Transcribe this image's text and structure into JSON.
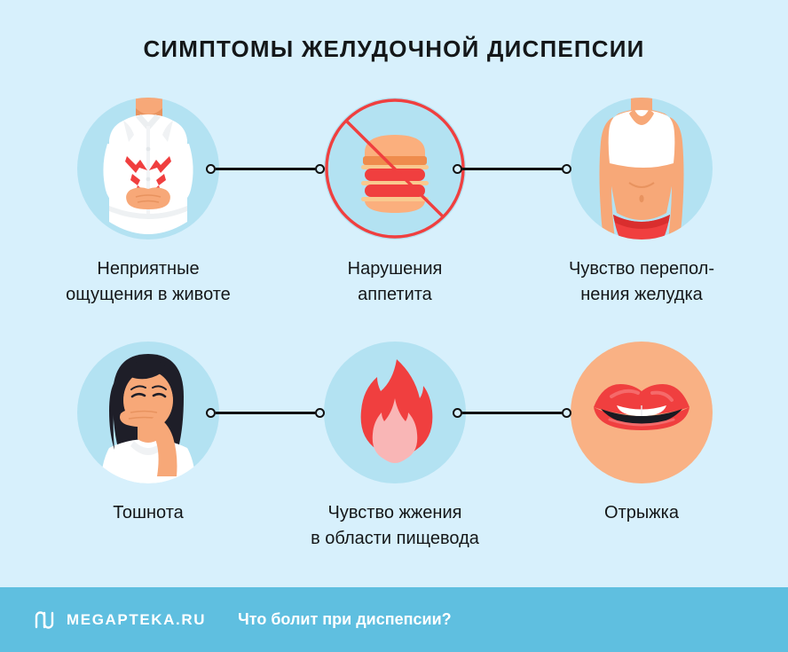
{
  "title": "СИМПТОМЫ ЖЕЛУДОЧНОЙ ДИСПЕПСИИ",
  "colors": {
    "background": "#d7f0fc",
    "circle_fill": "#b3e2f2",
    "circle_fill_peach": "#f9b184",
    "accent_red": "#f03f3f",
    "footer_bar": "#5fbfe0",
    "text": "#141719",
    "connector": "#111111"
  },
  "symptoms": [
    {
      "icon": "stomach-pain-icon",
      "label": "Неприятные\nощущения в животе",
      "circle_color": "#b3e2f2"
    },
    {
      "icon": "no-burger-icon",
      "label": "Нарушения\nаппетита",
      "circle_color": "#b3e2f2"
    },
    {
      "icon": "bloated-stomach-icon",
      "label": "Чувство перепол-\nнения желудка",
      "circle_color": "#b3e2f2"
    },
    {
      "icon": "nausea-woman-icon",
      "label": "Тошнота",
      "circle_color": "#b3e2f2"
    },
    {
      "icon": "flame-icon",
      "label": "Чувство жжения\nв области пищевода",
      "circle_color": "#b3e2f2"
    },
    {
      "icon": "mouth-burp-icon",
      "label": "Отрыжка",
      "circle_color": "#f9b184"
    }
  ],
  "footer": {
    "logo": "megapteka-m-logo",
    "brand": "MEGAPTEKA.RU",
    "caption": "Что болит при диспепсии?"
  }
}
